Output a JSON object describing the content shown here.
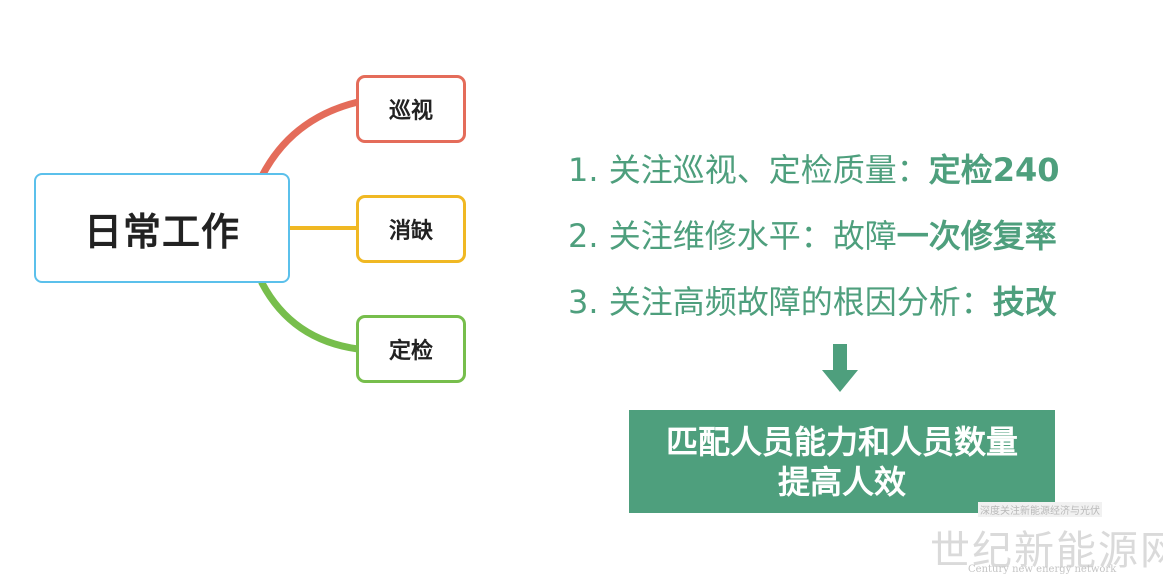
{
  "mindmap": {
    "root": {
      "label": "日常工作",
      "border_color": "#5BC0EB"
    },
    "branches": [
      {
        "label": "巡视",
        "color": "#E46C5A"
      },
      {
        "label": "消缺",
        "color": "#F0B823"
      },
      {
        "label": "定检",
        "color": "#77BE4C"
      }
    ]
  },
  "focus_points": [
    {
      "prefix": "1. 关注巡视、定检质量：",
      "emphasis": "定检240"
    },
    {
      "prefix": "2. 关注维修水平：故障",
      "emphasis": "一次修复率"
    },
    {
      "prefix": "3. 关注高频故障的根因分析：",
      "emphasis": "技改"
    }
  ],
  "accent_color": "#4E9F7D",
  "arrow_icon": "down-arrow-icon",
  "result": {
    "line1": "匹配人员能力和人员数量",
    "line2": "提高人效"
  },
  "watermark": {
    "small": "深度关注新能源经济与光伏",
    "big": "世纪新能源网",
    "english": "Century new energy network"
  }
}
